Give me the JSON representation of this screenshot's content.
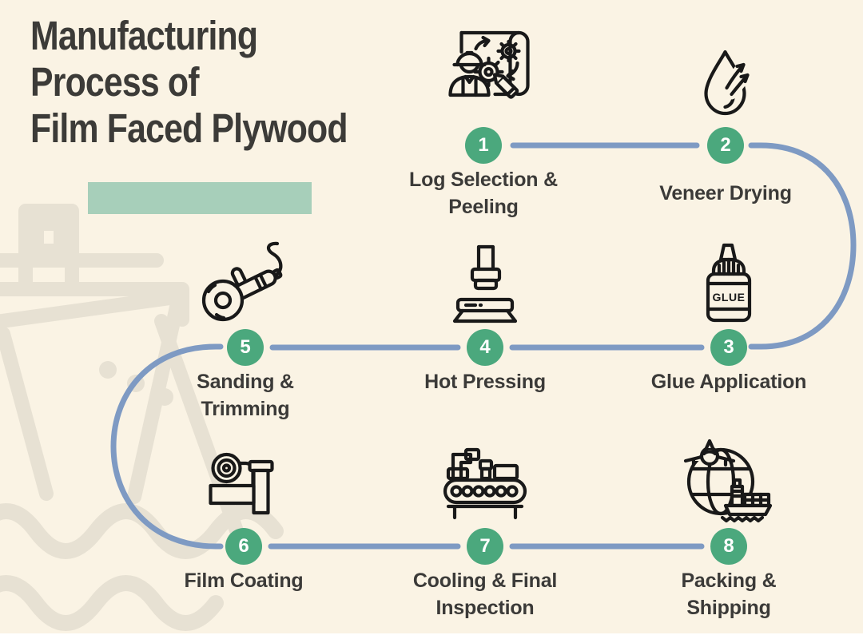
{
  "title": {
    "line1": "Manufacturing",
    "line2": "Process of",
    "line3": "Film Faced Plywood"
  },
  "steps": [
    {
      "number": "1",
      "label": "Log Selection & Peeling",
      "icon": "engineer-blueprint-icon"
    },
    {
      "number": "2",
      "label": "Veneer Drying",
      "icon": "drying-drop-icon"
    },
    {
      "number": "3",
      "label": "Glue Application",
      "icon": "glue-bottle-icon",
      "icon_text": "GLUE"
    },
    {
      "number": "4",
      "label": "Hot Pressing",
      "icon": "hot-press-icon"
    },
    {
      "number": "5",
      "label": "Sanding & Trimming",
      "icon": "angle-grinder-icon"
    },
    {
      "number": "6",
      "label": "Film Coating",
      "icon": "film-roll-icon"
    },
    {
      "number": "7",
      "label": "Cooling & Final Inspection",
      "icon": "conveyor-inspection-icon"
    },
    {
      "number": "8",
      "label": "Packing & Shipping",
      "icon": "global-logistics-icon"
    }
  ],
  "colors": {
    "background": "#faf3e4",
    "step_badge_green": "#4ba87d",
    "accent_bar_sage": "#a7cfba",
    "connector_blue": "#7e9ac3",
    "text_dark": "#3b3a38",
    "watermark_beige": "#e7e1d3",
    "icon_stroke": "#191919"
  }
}
